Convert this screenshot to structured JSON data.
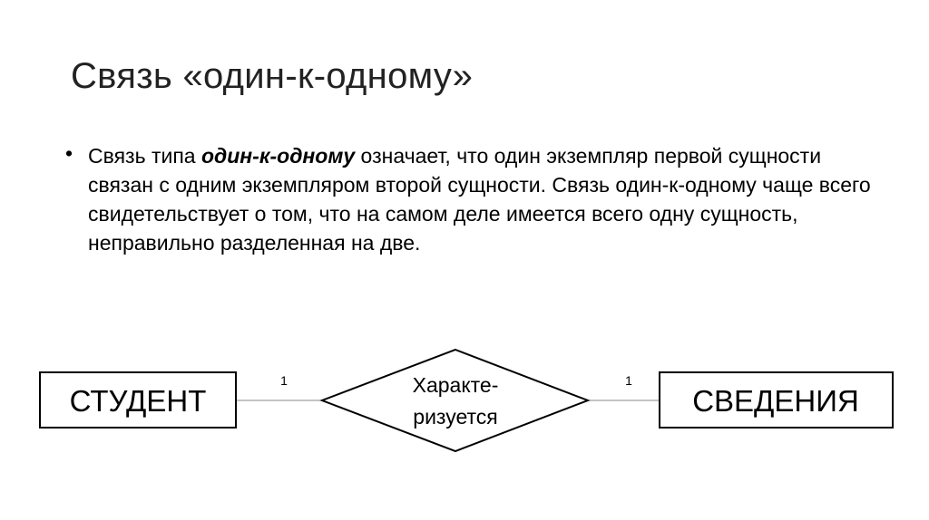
{
  "slide": {
    "title": "Связь «один-к-одному»",
    "bullet_symbol": "•",
    "paragraph": {
      "before": "Связь типа ",
      "emphasis": "один-к-одному",
      "after": " означает, что один экземпляр первой сущности связан с одним экземпляром второй сущности. Связь один-к-одному чаще всего свидетельствует о том, что на самом деле имеется всего одну сущность, неправильно разделенная на две."
    }
  },
  "diagram": {
    "entity_left": "СТУДЕНТ",
    "entity_right": "СВЕДЕНИЯ",
    "relationship_line1": "Характе-",
    "relationship_line2": "ризуется",
    "cardinality_left": "1",
    "cardinality_right": "1"
  }
}
